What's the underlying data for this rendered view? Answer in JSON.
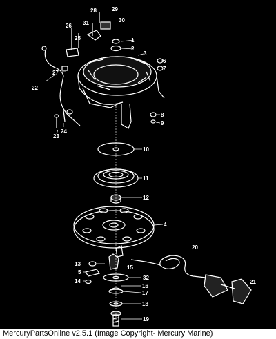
{
  "diagram": {
    "part_numbers": [
      "1",
      "2",
      "3",
      "4",
      "5",
      "6",
      "7",
      "8",
      "9",
      "10",
      "11",
      "12",
      "13",
      "14",
      "15",
      "16",
      "17",
      "18",
      "19",
      "20",
      "21",
      "22",
      "23",
      "24",
      "25",
      "26",
      "27",
      "28",
      "29",
      "30",
      "31",
      "32"
    ]
  },
  "footer": {
    "text": "MercuryPartsOnline v2.5.1 (Image Copyright- Mercury Marine)"
  },
  "colors": {
    "background": "#000000",
    "line": "#ffffff",
    "footer_bg": "#ffffff"
  }
}
